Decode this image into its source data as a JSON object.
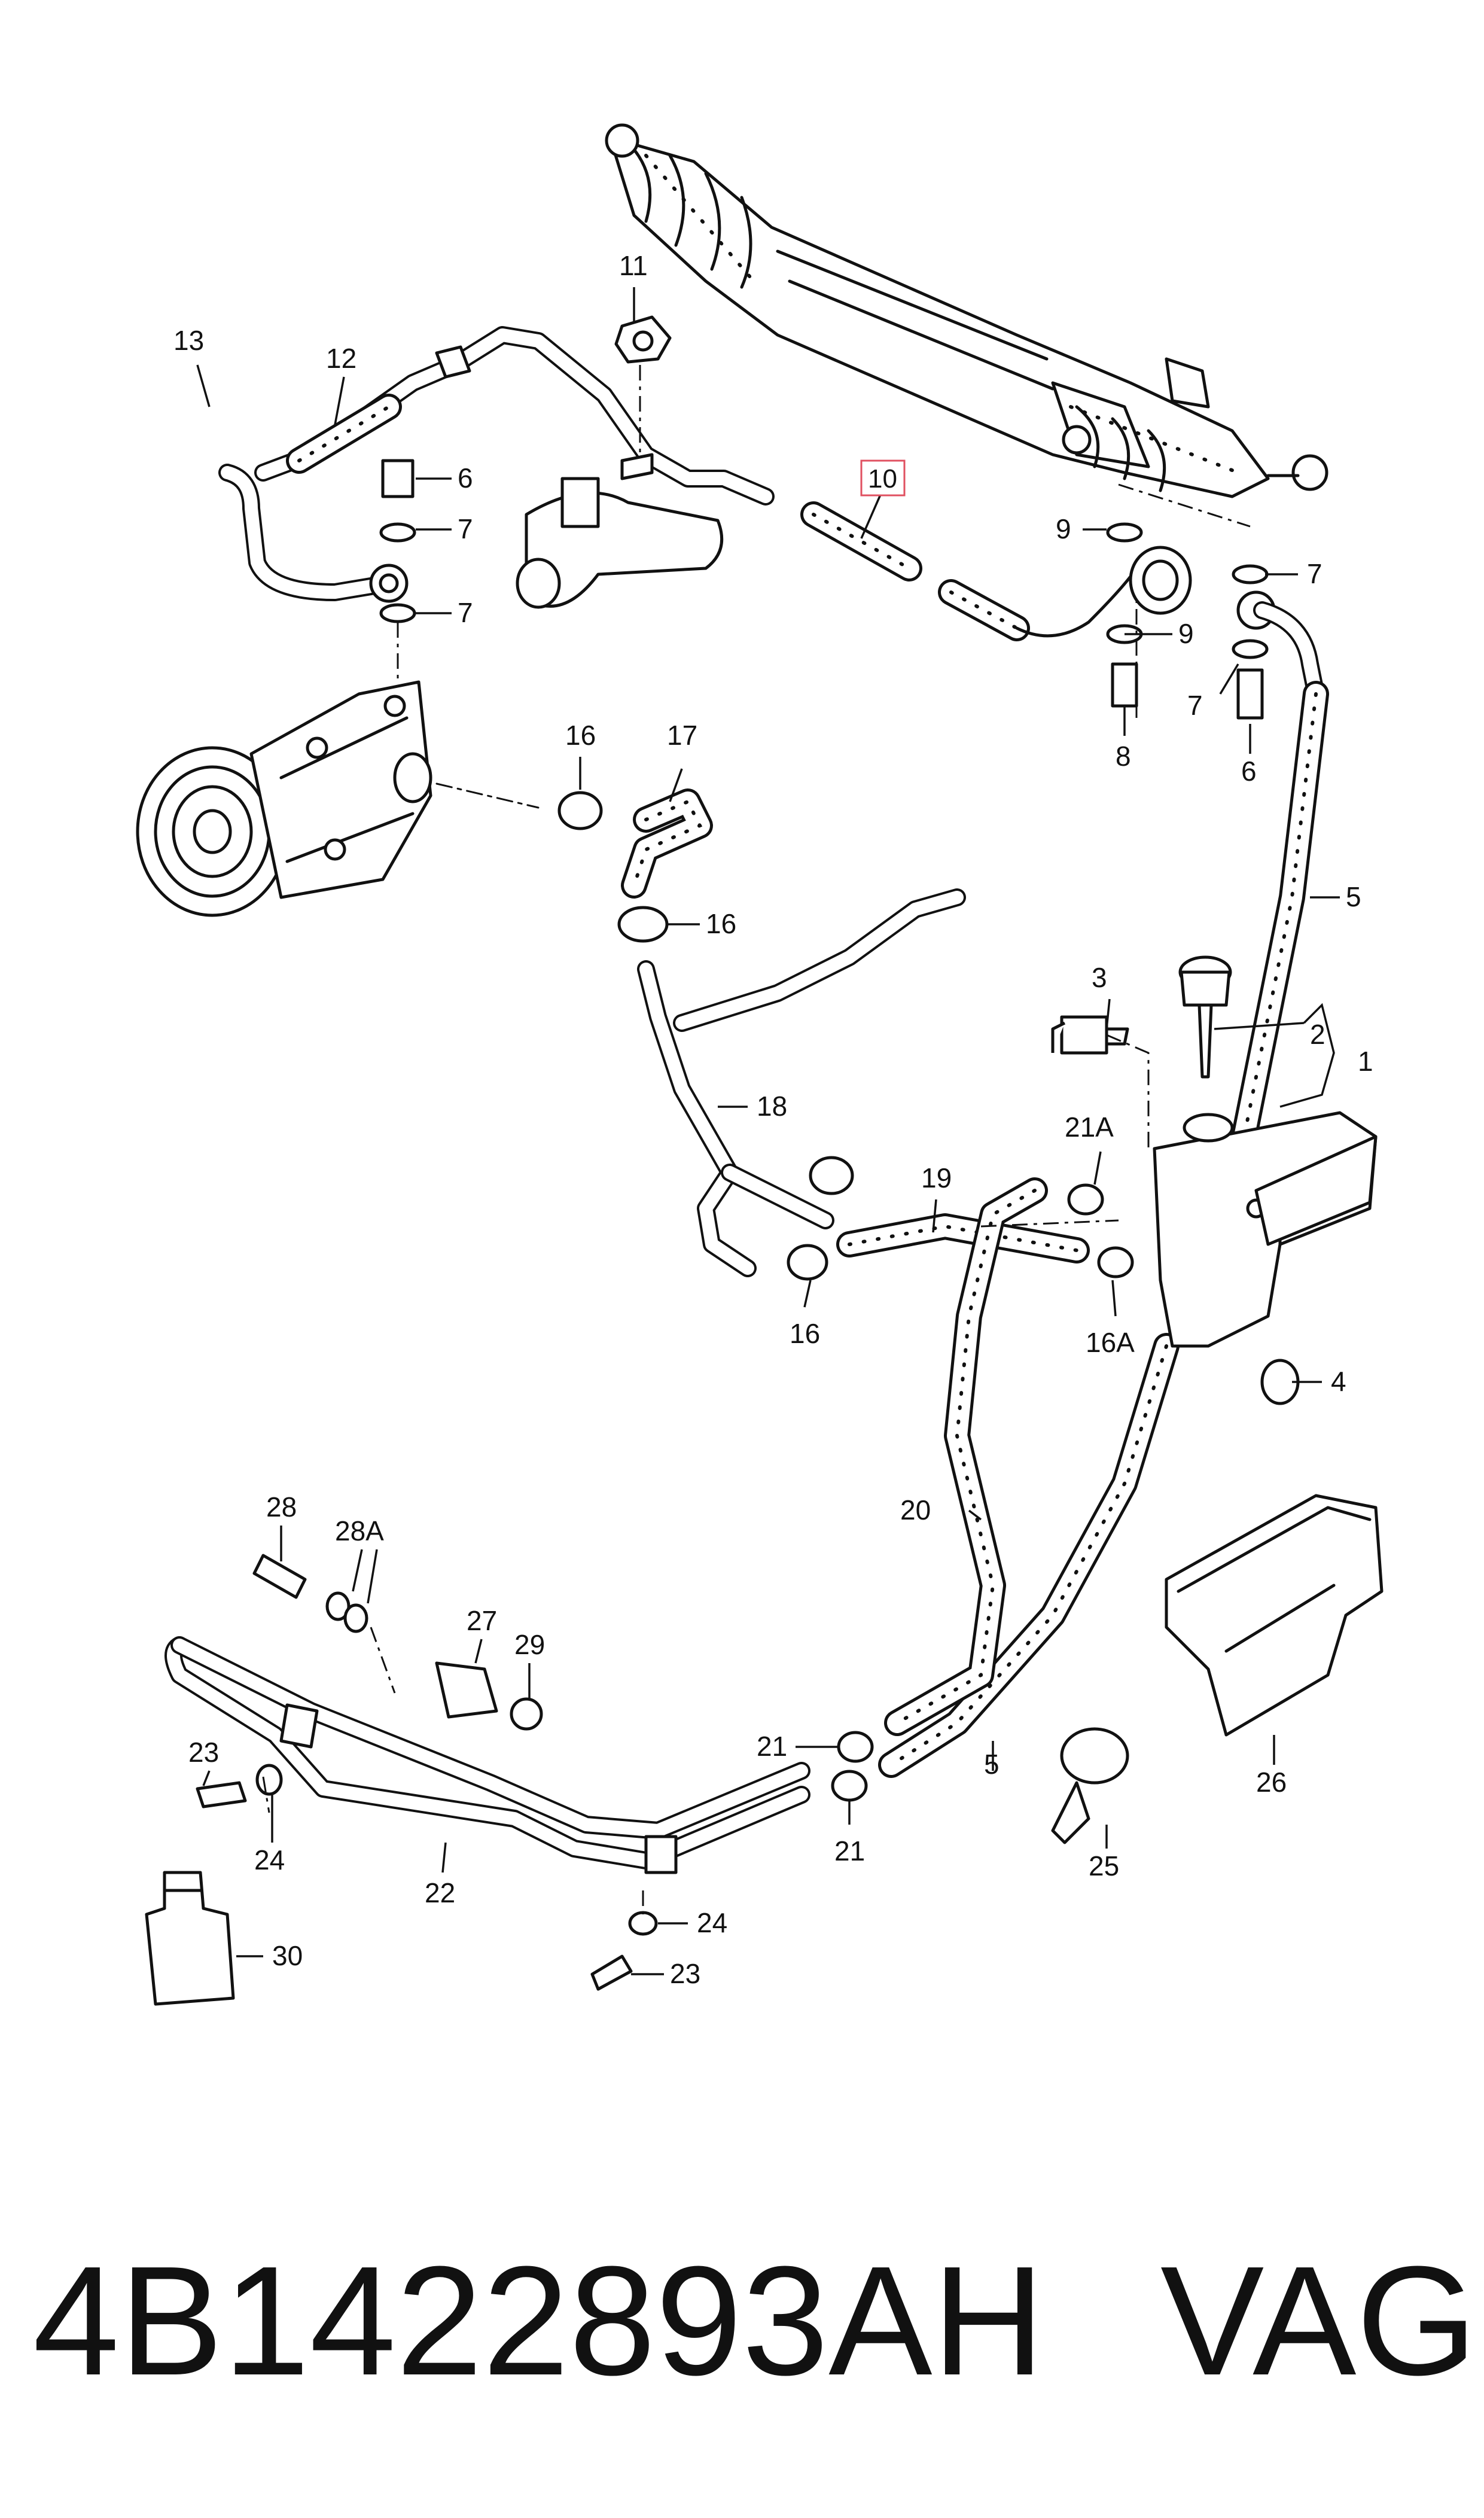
{
  "footer": {
    "part_number": "4B1422893AH",
    "brand": "VAG"
  },
  "highlighted_callout": "10",
  "callouts": {
    "c1": "1",
    "c2": "2",
    "c3": "3",
    "c4": "4",
    "c5a": "5",
    "c5b": "5",
    "c6a": "6",
    "c6b": "6",
    "c7a": "7",
    "c7b": "7",
    "c7c": "7",
    "c7d": "7",
    "c8": "8",
    "c9a": "9",
    "c9b": "9",
    "c10": "10",
    "c11": "11",
    "c12": "12",
    "c13": "13",
    "c16a": "16",
    "c16b": "16",
    "c16c": "16",
    "c16A": "16A",
    "c17": "17",
    "c18": "18",
    "c19": "19",
    "c20": "20",
    "c21a": "21",
    "c21b": "21",
    "c21A": "21A",
    "c22": "22",
    "c23a": "23",
    "c23b": "23",
    "c24a": "24",
    "c24b": "24",
    "c25": "25",
    "c26": "26",
    "c27": "27",
    "c28": "28",
    "c28A": "28A",
    "c29": "29",
    "c30": "30"
  },
  "colors": {
    "line": "#111111",
    "highlight_box": "#e05060",
    "background": "#ffffff"
  }
}
